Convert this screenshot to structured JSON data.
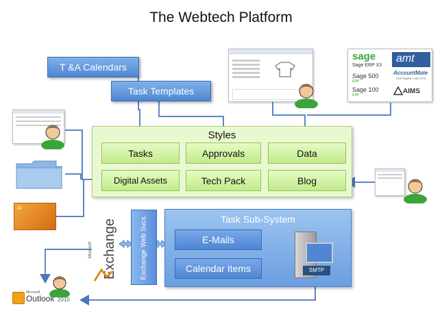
{
  "title": "The Webtech Platform",
  "boxes": {
    "ta_calendars": "T &A Calendars",
    "task_templates": "Task Templates",
    "styles": "Styles",
    "tasks": "Tasks",
    "approvals": "Approvals",
    "data": "Data",
    "digital_assets": "Digital Assets",
    "tech_pack": "Tech Pack",
    "blog": "Blog",
    "task_subsystem": "Task Sub-System",
    "emails": "E-Mails",
    "calendar_items": "Calendar Items",
    "exchange_web_svcs": "Exchange Web Svcs."
  },
  "logos": {
    "sage": "sage",
    "sage_erp_x3": "Sage ERP X3",
    "sage_500": "Sage 500",
    "sage_500_sub": "ERP",
    "sage_100": "Sage 100",
    "sage_100_sub": "ERP",
    "amt": "amt",
    "accountmate": "AccountMate",
    "accountmate_sub": "SOFTWARE THAT FITS",
    "aims": "AIMS",
    "exchange_ms": "Microsoft",
    "exchange": "Exchange",
    "outlook_ms": "Microsoft",
    "outlook": "Outlook",
    "outlook_year": "2010",
    "smtp": "SMTP",
    "ai": "Ai"
  },
  "colors": {
    "blue": "#5b8fd8",
    "green": "#c8ee93",
    "person_green": "#3aa53a"
  }
}
